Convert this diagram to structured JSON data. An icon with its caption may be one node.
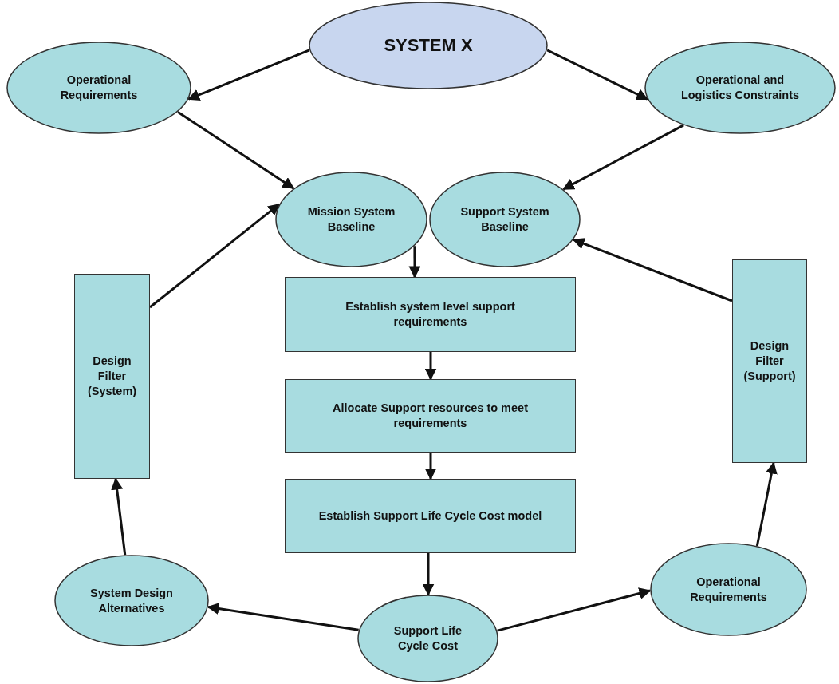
{
  "diagram": {
    "nodes": [
      {
        "text": [
          "SYSTEM X"
        ]
      },
      {
        "text": [
          "Operational Requirements"
        ]
      },
      {
        "text": [
          "Operational and Logistics Constraints"
        ]
      },
      {
        "text": [
          "Mission System Baseline"
        ]
      },
      {
        "text": [
          "Support System Baseline"
        ]
      },
      {
        "text": [
          "Design Filter (System)"
        ]
      },
      {
        "text": [
          "Establish system level support requirements"
        ]
      },
      {
        "text": [
          "Allocate Support resources to meet requirements"
        ]
      },
      {
        "text": [
          "Establish Support Life Cycle Cost model"
        ]
      },
      {
        "text": [
          "Design Filter (Support)"
        ]
      },
      {
        "text": [
          "System Design Alternatives"
        ]
      },
      {
        "text": [
          "Operational Requirements"
        ]
      },
      {
        "text": [
          "Support Life Cycle Cost"
        ]
      }
    ],
    "edges": [
      {
        "from": 0,
        "to": 1,
        "arrow": "to"
      },
      {
        "from": 0,
        "to": 2,
        "arrow": "to"
      },
      {
        "from": 1,
        "to": 3,
        "arrow": "to"
      },
      {
        "from": 2,
        "to": 4,
        "arrow": "to"
      },
      {
        "from": 5,
        "to": 3,
        "arrow": "to"
      },
      {
        "from": 9,
        "to": 4,
        "arrow": "to"
      },
      {
        "from": 3,
        "to": 6,
        "arrow": "to"
      },
      {
        "from": 6,
        "to": 7,
        "arrow": "to"
      },
      {
        "from": 7,
        "to": 8,
        "arrow": "to"
      },
      {
        "from": 8,
        "to": 12,
        "arrow": "to"
      },
      {
        "from": 12,
        "to": 10,
        "arrow": "to"
      },
      {
        "from": 12,
        "to": 11,
        "arrow": "to"
      },
      {
        "from": 10,
        "to": 5,
        "arrow": "to"
      },
      {
        "from": 11,
        "to": 9,
        "arrow": "to"
      }
    ]
  }
}
